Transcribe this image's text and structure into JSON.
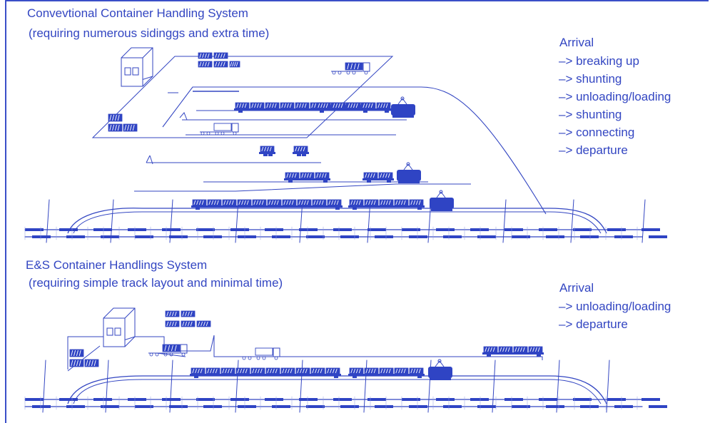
{
  "colors": {
    "ink": "#3346c2",
    "fill": "#2f44c4",
    "light": "#8f9be3"
  },
  "conventional": {
    "title": "Convevtional Container Handling System",
    "subtitle": "(requiring numerous sidinggs and extra time)",
    "steps_heading": "Arrival",
    "steps": [
      "–> breaking up",
      "–> shunting",
      "–> unloading/loading",
      "–> shunting",
      "–> connecting",
      "–> departure"
    ]
  },
  "es": {
    "title": "E&S Container Handlings System",
    "subtitle": "(requiring simple track layout and minimal time)",
    "steps_heading": "Arrival",
    "steps": [
      "–> unloading/loading",
      "–> departure"
    ]
  }
}
